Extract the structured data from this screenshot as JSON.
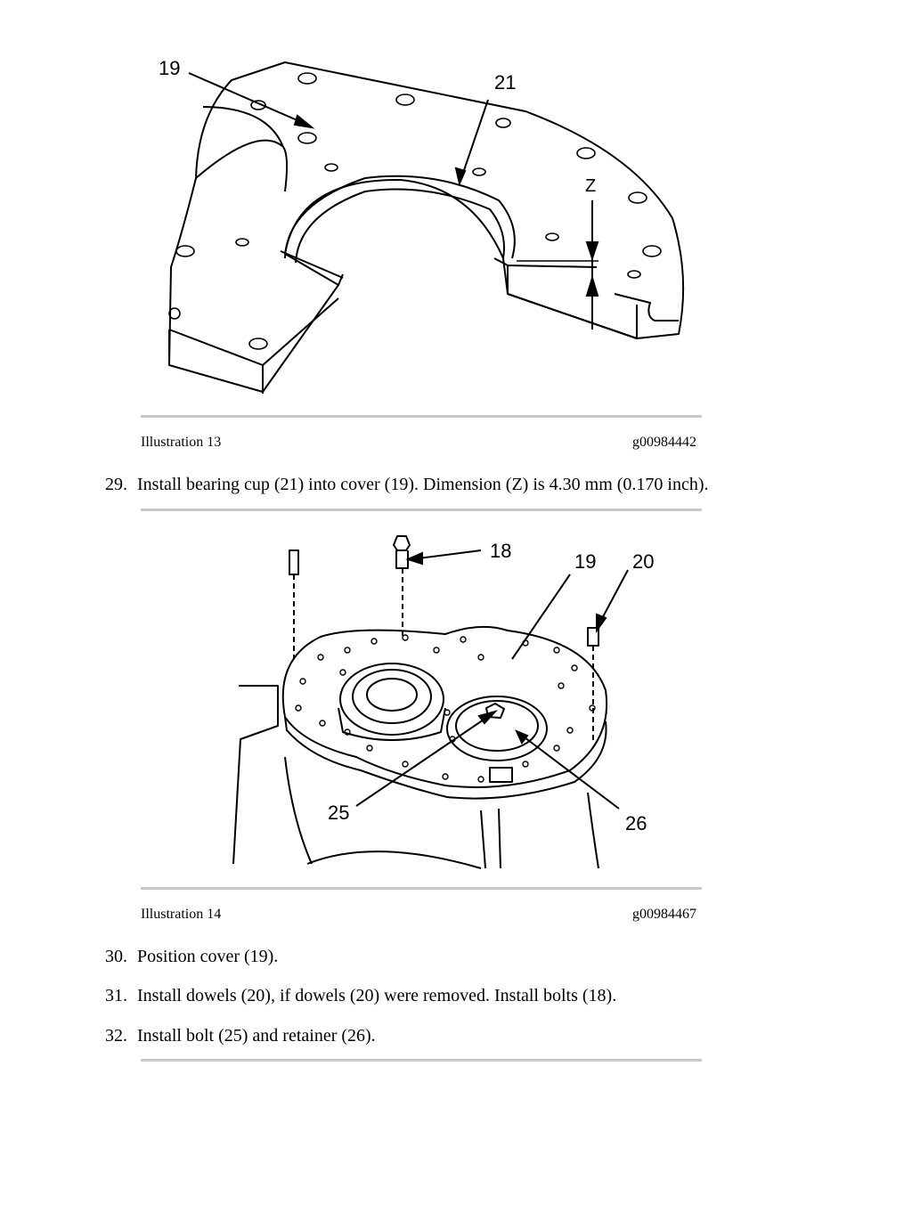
{
  "figure1": {
    "callouts": {
      "c19": "19",
      "c21": "21",
      "z": "Z"
    },
    "caption": {
      "label": "Illustration 13",
      "code": "g00984442"
    }
  },
  "step29": {
    "num": "29.",
    "text": "Install bearing cup (21) into cover (19). Dimension (Z) is 4.30 mm (0.170 inch)."
  },
  "figure2": {
    "callouts": {
      "c18": "18",
      "c19": "19",
      "c20": "20",
      "c25": "25",
      "c26": "26"
    },
    "caption": {
      "label": "Illustration 14",
      "code": "g00984467"
    }
  },
  "steps": [
    {
      "num": "30.",
      "text": "Position cover (19)."
    },
    {
      "num": "31.",
      "text": "Install dowels (20), if dowels (20) were removed. Install bolts (18)."
    },
    {
      "num": "32.",
      "text": "Install bolt (25) and retainer (26)."
    }
  ]
}
